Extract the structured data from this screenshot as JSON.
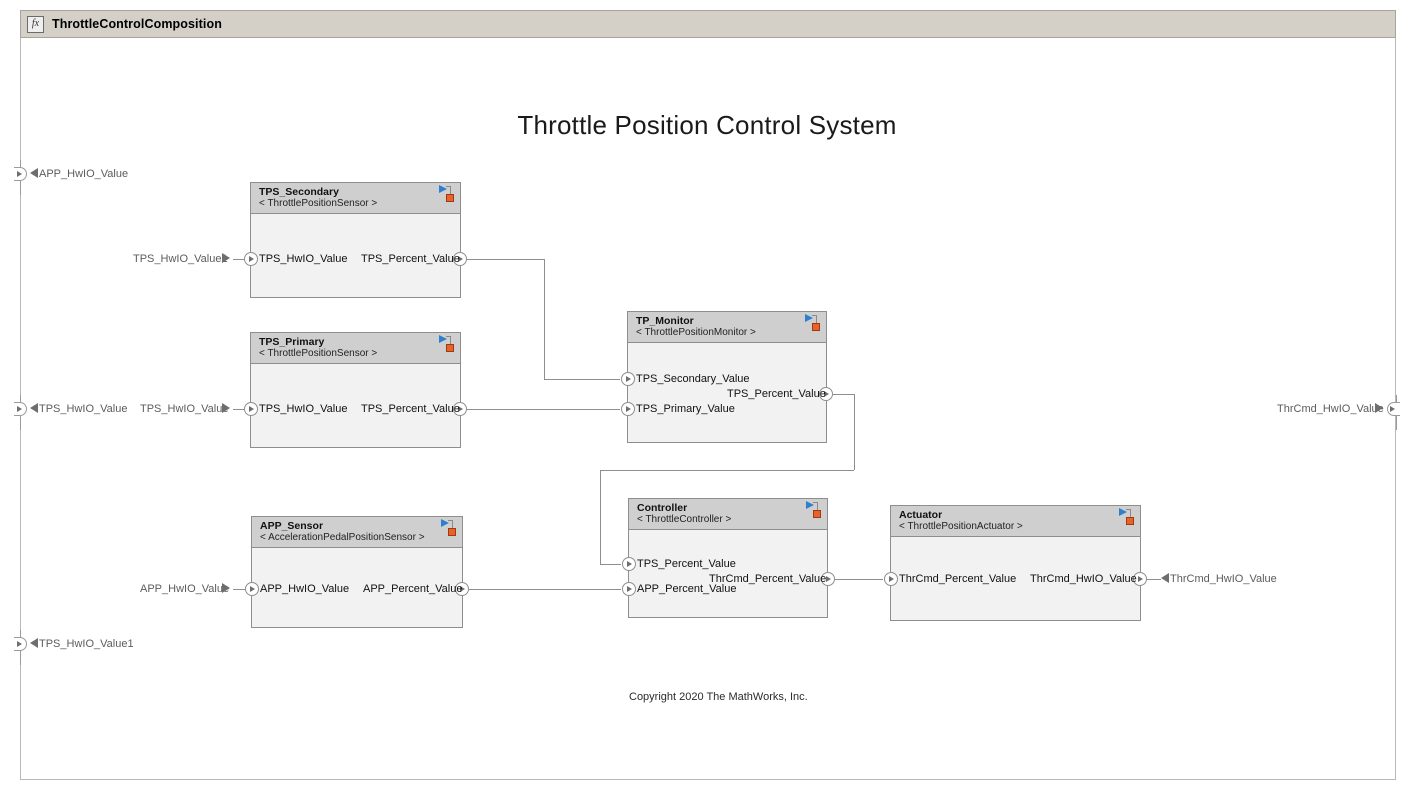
{
  "window": {
    "title": "ThrottleControlComposition",
    "icon": "fx-icon",
    "icon_label": "fx"
  },
  "canvas": {
    "diagram_title": "Throttle Position Control System",
    "copyright": "Copyright 2020 The MathWorks, Inc."
  },
  "colors": {
    "header_bar": "#d4d0c8",
    "component_header": "#cfcfcf",
    "component_body": "#f2f2f2",
    "component_border": "#8e8e8e",
    "connector": "#8e8e8e",
    "badge_arrow": "#2f7fd0",
    "badge_square": "#e8622a",
    "edge_label_text": "#5c5c5c"
  },
  "components": [
    {
      "id": "tps-secondary",
      "name": "TPS_Secondary",
      "stereotype": "< ThrottlePositionSensor >",
      "inputs": [
        "TPS_HwIO_Value"
      ],
      "outputs": [
        "TPS_Percent_Value"
      ]
    },
    {
      "id": "tps-primary",
      "name": "TPS_Primary",
      "stereotype": "< ThrottlePositionSensor >",
      "inputs": [
        "TPS_HwIO_Value"
      ],
      "outputs": [
        "TPS_Percent_Value"
      ]
    },
    {
      "id": "app-sensor",
      "name": "APP_Sensor",
      "stereotype": "< AccelerationPedalPositionSensor >",
      "inputs": [
        "APP_HwIO_Value"
      ],
      "outputs": [
        "APP_Percent_Value"
      ]
    },
    {
      "id": "tp-monitor",
      "name": "TP_Monitor",
      "stereotype": "< ThrottlePositionMonitor >",
      "inputs": [
        "TPS_Secondary_Value",
        "TPS_Primary_Value"
      ],
      "outputs": [
        "TPS_Percent_Value"
      ]
    },
    {
      "id": "controller",
      "name": "Controller",
      "stereotype": "< ThrottleController >",
      "inputs": [
        "TPS_Percent_Value",
        "APP_Percent_Value"
      ],
      "outputs": [
        "ThrCmd_Percent_Value"
      ]
    },
    {
      "id": "actuator",
      "name": "Actuator",
      "stereotype": "< ThrottlePositionActuator >",
      "inputs": [
        "ThrCmd_Percent_Value"
      ],
      "outputs": [
        "ThrCmd_HwIO_Value"
      ]
    }
  ],
  "root_ports": [
    {
      "id": "root-in-app",
      "label": "APP_HwIO_Value",
      "side": "left"
    },
    {
      "id": "root-in-tps",
      "label": "TPS_HwIO_Value",
      "side": "left"
    },
    {
      "id": "root-in-tps1",
      "label": "TPS_HwIO_Value1",
      "side": "left"
    },
    {
      "id": "root-out-thrcmd",
      "label": "ThrCmd_HwIO_Value",
      "side": "right"
    }
  ],
  "signal_labels": [
    {
      "id": "sig-tps-hwio-value1",
      "text": "TPS_HwIO_Value1"
    },
    {
      "id": "sig-tps-hwio-value",
      "text": "TPS_HwIO_Value"
    },
    {
      "id": "sig-app-hwio-value",
      "text": "APP_HwIO_Value"
    },
    {
      "id": "sig-thrcmd-hwio",
      "text": "ThrCmd_HwIO_Value"
    }
  ]
}
